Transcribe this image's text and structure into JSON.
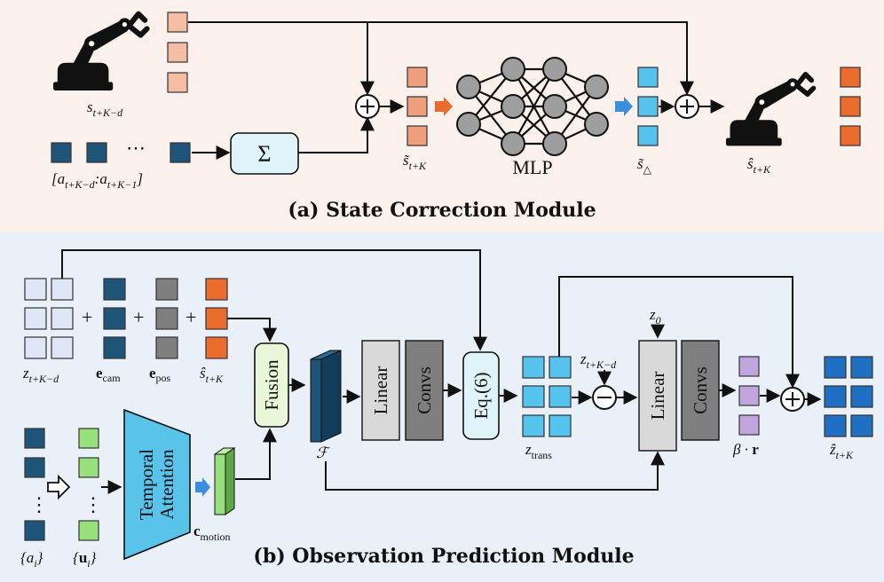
{
  "colors": {
    "panel_a_bg": "#fbf1ec",
    "panel_b_bg": "#eaf0f8",
    "peach": "#f5bea4",
    "salmon": "#ef9f7e",
    "orange": "#ea6c2e",
    "navy": "#1d5478",
    "light_blue_cell": "#dde7f6",
    "gray": "#7f7f7f",
    "green": "#98e07b",
    "sky": "#56c3ef",
    "royal": "#1f6fc2",
    "purple": "#c0a6dc",
    "module_fill": "#d9d9d9",
    "dark_module_fill": "#7f7f7f",
    "light_green_box": "#e8f8d9",
    "light_cyan_box": "#dff3fb"
  },
  "icons": [
    "robot-arm-icon",
    "sum-icon",
    "plus-circle-icon",
    "minus-circle-icon",
    "neural-network-icon",
    "hollow-arrow-icon"
  ],
  "panel_a": {
    "caption": "(a) State Correction Module",
    "sum_symbol": "Σ",
    "mlp_label": "MLP",
    "ellipsis": "⋯",
    "plus_symbol": "+",
    "labels": {
      "state_prev": "s",
      "state_prev_sub": "t+K−d",
      "actions_open": "[a",
      "actions_sub1": "t+K−d",
      "actions_colon": ":a",
      "actions_sub2": "t+K−1",
      "actions_close": "]",
      "s_tilde": "s̃",
      "s_tilde_sub": "t+K",
      "s_delta": "s̃",
      "s_delta_sub": "△",
      "s_hat": "ŝ",
      "s_hat_sub": "t+K"
    }
  },
  "panel_b": {
    "caption": "(b) Observation Prediction Module",
    "plus_symbol": "+",
    "minus_symbol": "−",
    "modules": {
      "fusion": "Fusion",
      "linear1": "Linear",
      "convs1": "Convs",
      "eq6": "Eq.(6)",
      "linear2": "Linear",
      "convs2": "Convs",
      "temporal_attention_line1": "Temporal",
      "temporal_attention_line2": "Attention"
    },
    "labels": {
      "z_prev": "z",
      "z_prev_sub": "t+K−d",
      "e_cam": "e",
      "e_cam_sub": "cam",
      "e_pos": "e",
      "e_pos_sub": "pos",
      "s_hat": "ŝ",
      "s_hat_sub": "t+K",
      "feature": "ℱ",
      "z_trans": "z",
      "z_trans_sub": "trans",
      "z_sub_input": "z",
      "z_sub_input_sub": "t+K−d",
      "z0": "z",
      "z0_sub": "0",
      "beta_r": "β · ",
      "beta_r_bold": "r",
      "z_hat": "ẑ",
      "z_hat_sub": "t+K",
      "c_motion": "c",
      "c_motion_sub": "motion",
      "a_set_open": "{a",
      "a_set_sub": "i",
      "a_set_close": "}",
      "u_set_open": "{",
      "u_set_bold": "u",
      "u_set_sub": "i",
      "u_set_close": "}",
      "vdots": "⋮"
    }
  }
}
